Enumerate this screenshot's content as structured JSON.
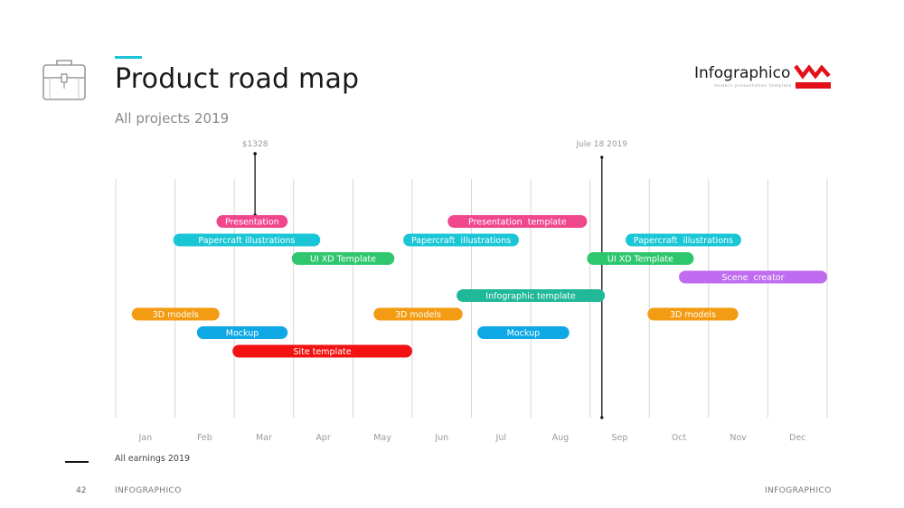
{
  "header": {
    "title": "Product road map",
    "subtitle": "All projects 2019",
    "icon": "briefcase-icon",
    "accent_color": "#1ec3d8"
  },
  "brand": {
    "name": "Infographico",
    "tagline": "modern presentation template",
    "logo": "infographico-logo-icon",
    "logo_color": "#e3101b"
  },
  "chart_data": {
    "type": "gantt",
    "year": 2019,
    "months": [
      "Jan",
      "Feb",
      "Mar",
      "Apr",
      "May",
      "Jun",
      "Jul",
      "Aug",
      "Sep",
      "Oct",
      "Nov",
      "Dec"
    ],
    "grid": true,
    "markers": [
      {
        "label": "$1328",
        "month": 3.35,
        "style": "pin"
      },
      {
        "label": "Jule 18 2019",
        "month": 9.2,
        "style": "line"
      }
    ],
    "tasks": [
      {
        "name": "Presentation",
        "start": 2.7,
        "end": 3.9,
        "row": 0,
        "color": "#f0468c"
      },
      {
        "name": "Presentation  template",
        "start": 6.6,
        "end": 8.95,
        "row": 0,
        "color": "#f0468c"
      },
      {
        "name": "Papercraft illustrations",
        "start": 1.97,
        "end": 4.45,
        "row": 1,
        "color": "#19c6d6"
      },
      {
        "name": "Papercraft  illustrations",
        "start": 5.85,
        "end": 7.8,
        "row": 1,
        "color": "#19c6d6"
      },
      {
        "name": "Papercraft  illustrations",
        "start": 9.6,
        "end": 11.55,
        "row": 1,
        "color": "#19c6d6"
      },
      {
        "name": "UI XD Template",
        "start": 3.97,
        "end": 5.7,
        "row": 2,
        "color": "#2ec76e"
      },
      {
        "name": "UI XD Template",
        "start": 8.95,
        "end": 10.75,
        "row": 2,
        "color": "#2ec76e"
      },
      {
        "name": "Scene  creator",
        "start": 10.5,
        "end": 13.0,
        "row": 3,
        "color": "#bf6cf0"
      },
      {
        "name": "Infographic template",
        "start": 6.75,
        "end": 9.25,
        "row": 4,
        "color": "#1fb898"
      },
      {
        "name": "3D models",
        "start": 1.27,
        "end": 2.75,
        "row": 5,
        "color": "#f39b13"
      },
      {
        "name": "3D models",
        "start": 5.35,
        "end": 6.85,
        "row": 5,
        "color": "#f39b13"
      },
      {
        "name": "3D models",
        "start": 9.97,
        "end": 11.5,
        "row": 5,
        "color": "#f39b13"
      },
      {
        "name": "Mockup",
        "start": 2.37,
        "end": 3.9,
        "row": 6,
        "color": "#0fa8e6"
      },
      {
        "name": "Mockup",
        "start": 7.1,
        "end": 8.65,
        "row": 6,
        "color": "#0fa8e6"
      },
      {
        "name": "Site template",
        "start": 2.97,
        "end": 6.0,
        "row": 7,
        "color": "#f21212"
      }
    ]
  },
  "legend": {
    "label": "All earnings 2019"
  },
  "footer": {
    "page": "42",
    "left": "INFOGRAPHICO",
    "right": "INFOGRAPHICO"
  }
}
